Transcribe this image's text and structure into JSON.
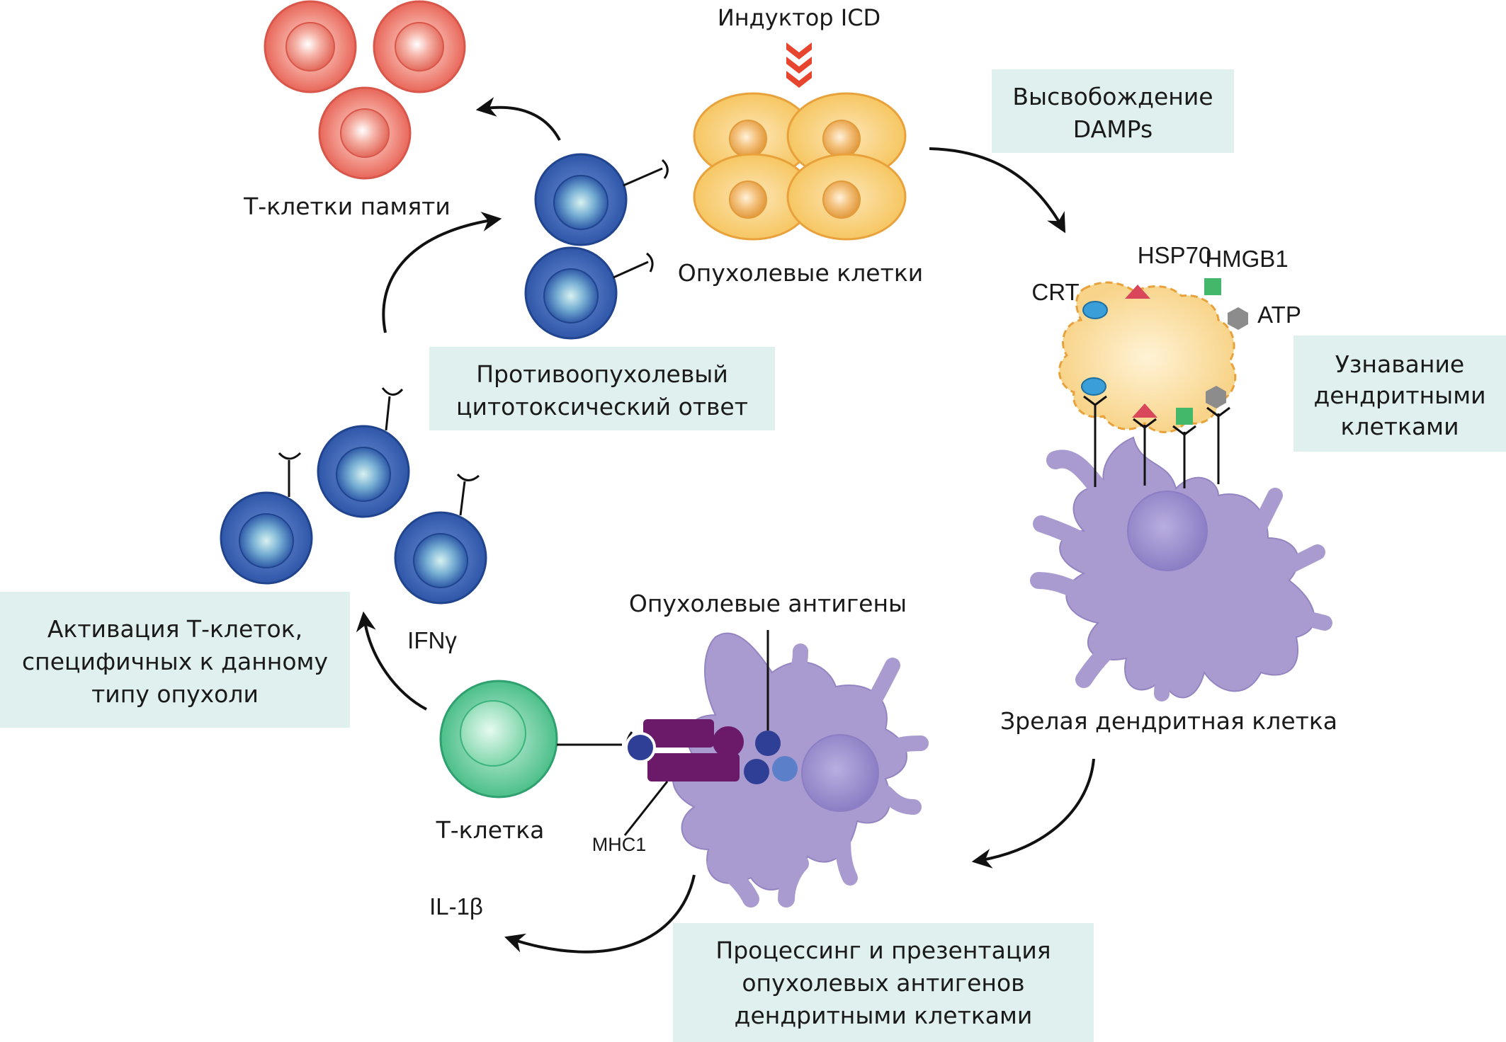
{
  "labels": {
    "icd_inducer": "Индуктор ICD",
    "tumor_cells": "Опухолевые клетки",
    "memory_tcells": "Т-клетки памяти",
    "damps_release": [
      "Высвобождение",
      "DAMPs"
    ],
    "hsp70": "HSP70",
    "hmgb1": "HMGB1",
    "crt": "CRT",
    "atp": "ATP",
    "dc_recognition": [
      "Узнавание",
      "дендритными",
      "клетками"
    ],
    "mature_dc": "Зрелая дендритная клетка",
    "antitumor_response": [
      "Противоопухолевый",
      "цитотоксический ответ"
    ],
    "tcell_activation": [
      "Активация Т-клеток,",
      "специфичных к данному",
      "типу опухоли"
    ],
    "ifng": "IFNγ",
    "tumor_antigens": "Опухолевые антигены",
    "tcell": "Т-клетка",
    "mhc1": "MHC1",
    "il1b": "IL-1β",
    "processing": [
      "Процессинг и презентация",
      "опухолевых антигенов",
      "дендритными клетками"
    ]
  },
  "colors": {
    "memory_cell": "#e8675a",
    "tumor_cell": "#f7c96a",
    "cytotoxic_cell": "#3a64b8",
    "dendritic_cell": "#a99bd0",
    "naive_tcell": "#4cbf8a",
    "mhc": "#6b1a6a",
    "crt": "#3a9fd8",
    "hsp70": "#d8485a",
    "hmgb1": "#44b86a",
    "atp": "#8c8c8c",
    "icd_arrow": "#e8452e",
    "caption_box": "#dff0ee"
  }
}
